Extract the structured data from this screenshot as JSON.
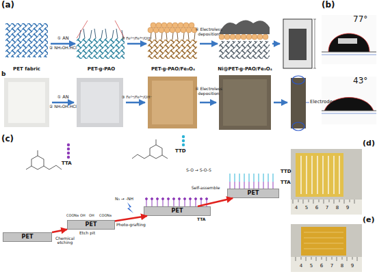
{
  "diagram": {
    "nodes": [
      {
        "text": [
          "PET fabric"
        ]
      },
      {
        "text": [
          "PET-g-PAO"
        ]
      },
      {
        "text": [
          "PET-g-PAO/Fe₃O₄"
        ]
      },
      {
        "text": [
          "Ni@PET-g-PAO/Fe₃O₄"
        ]
      },
      {
        "text": [
          "PET"
        ]
      },
      {
        "text": [
          "PET"
        ]
      },
      {
        "text": [
          "PET"
        ]
      },
      {
        "text": [
          "PET"
        ]
      }
    ],
    "edges": [
      {
        "from": 0,
        "to": 1,
        "arrow": "to"
      },
      {
        "from": 1,
        "to": 2,
        "arrow": "to"
      },
      {
        "from": 2,
        "to": 3,
        "arrow": "to"
      },
      {
        "from": 4,
        "to": 5,
        "label": "Chemical etching",
        "arrow": "to"
      },
      {
        "from": 5,
        "to": 6,
        "label": "Photo-grafting",
        "arrow": "to"
      },
      {
        "from": 6,
        "to": 7,
        "label": "Self-assemble",
        "arrow": "to"
      }
    ],
    "labels": [
      "(a)",
      "① AN",
      "② NH₂OH.HCl",
      "③ Fe²⁺/Fe³⁺/OH⁻",
      "④ Electroless deposition",
      "① AN",
      "② NH₂OH.HCl",
      "③ Fe²⁺/Fe³⁺/OH⁻",
      "④ Electroless deposition",
      "b",
      "Electrodes",
      "(b)",
      "77°",
      "43°",
      "(c)",
      "TTA",
      "TTD",
      "COONa",
      "OH",
      "OH",
      "COONa",
      "Etch pit",
      "N₃ → -NH",
      "TTA",
      "S-O → S-O-S",
      "TTD",
      "TTA",
      "(d)",
      "4",
      "5",
      "6",
      "7",
      "8",
      "9",
      "(e)",
      "4",
      "5",
      "6",
      "7",
      "8",
      "9"
    ]
  }
}
